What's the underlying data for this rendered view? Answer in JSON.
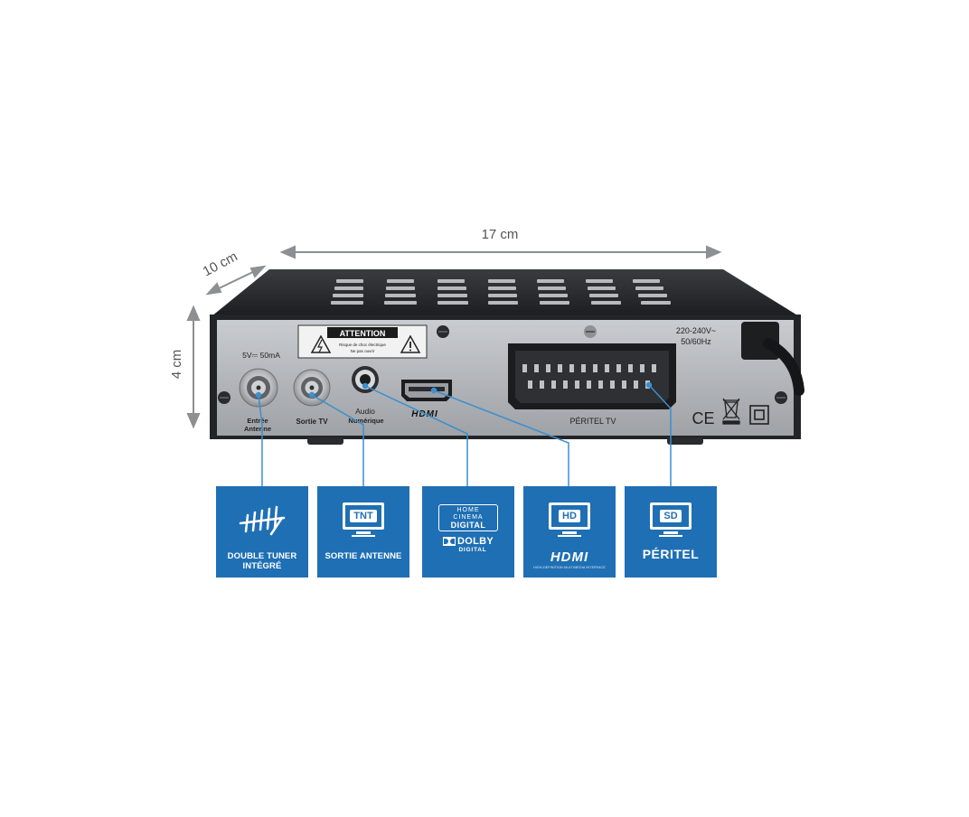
{
  "dimensions": {
    "width_label": "17 cm",
    "depth_label": "10 cm",
    "height_label": "4 cm"
  },
  "panel": {
    "warning_title": "ATTENTION",
    "warning_line1": "Risque de choc électrique",
    "warning_line2": "Ne pas ouvrir",
    "power_spec": "5V⎓ 50mA",
    "mains_line1": "220-240V~",
    "mains_line2": "50/60Hz",
    "ports": {
      "antenna_in_1": "Entrée",
      "antenna_in_2": "Antenne",
      "tv_out": "Sortie TV",
      "audio_1": "Audio",
      "audio_2": "Numérique",
      "hdmi": "HDMI",
      "scart": "PÉRITEL TV"
    },
    "marks": {
      "ce": "CE"
    }
  },
  "tiles": [
    {
      "caption_1": "DOUBLE TUNER",
      "caption_2": "INTÉGRÉ",
      "icon": "antenna-icon"
    },
    {
      "badge": "TNT",
      "caption_1": "SORTIE ANTENNE",
      "icon": "tv-icon"
    },
    {
      "line1": "HOME",
      "line2": "CINEMA",
      "line3": "DIGITAL",
      "dolby": "DOLBY",
      "dolby_sub": "DIGITAL",
      "icon": "dolby-icon"
    },
    {
      "badge": "HD",
      "caption_1": "HDMI",
      "fine": "HIGH-DEFINITION MULTIMEDIA INTERFACE",
      "icon": "tv-icon"
    },
    {
      "badge": "SD",
      "caption_1": "PÉRITEL",
      "icon": "tv-icon"
    }
  ],
  "colors": {
    "tile_blue": "#1f6fb4",
    "connector_line": "#3a8fd0",
    "panel_grey": "#b9bcc0",
    "case_dark": "#2b2d30"
  }
}
